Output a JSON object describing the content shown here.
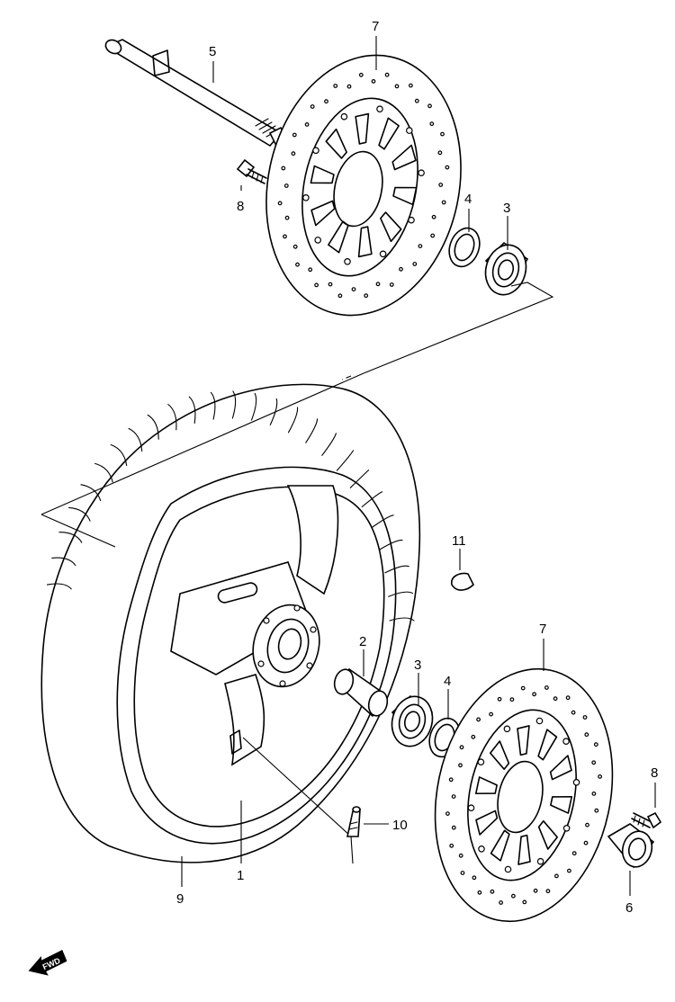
{
  "callouts": [
    {
      "id": "c1",
      "label": "1"
    },
    {
      "id": "c2",
      "label": "2"
    },
    {
      "id": "c3a",
      "label": "3"
    },
    {
      "id": "c3b",
      "label": "3"
    },
    {
      "id": "c4a",
      "label": "4"
    },
    {
      "id": "c4b",
      "label": "4"
    },
    {
      "id": "c5",
      "label": "5"
    },
    {
      "id": "c6",
      "label": "6"
    },
    {
      "id": "c7a",
      "label": "7"
    },
    {
      "id": "c7b",
      "label": "7"
    },
    {
      "id": "c8a",
      "label": "8"
    },
    {
      "id": "c8b",
      "label": "8"
    },
    {
      "id": "c9",
      "label": "9"
    },
    {
      "id": "c10",
      "label": "10"
    },
    {
      "id": "c11",
      "label": "11"
    }
  ],
  "direction_badge": {
    "label": "FWD"
  }
}
